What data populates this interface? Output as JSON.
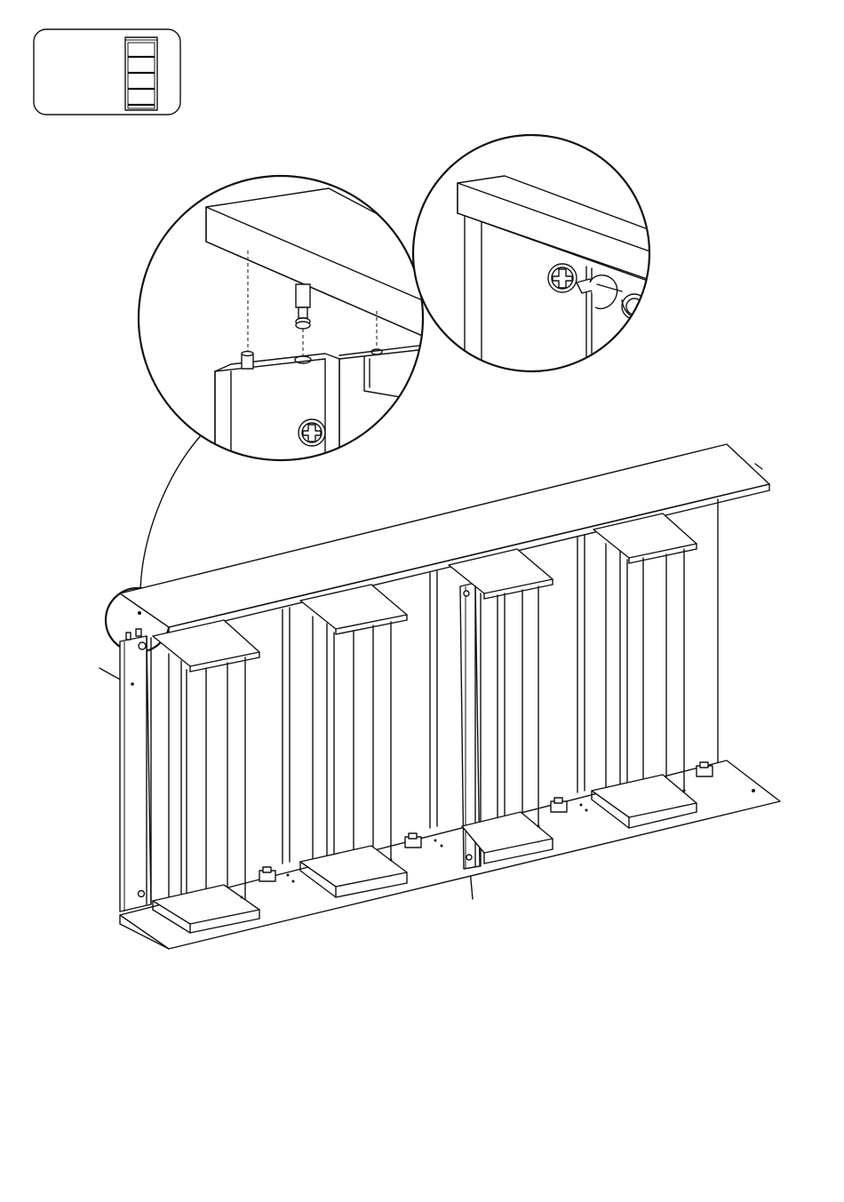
{
  "diagram": {
    "kind": "assembly-instruction",
    "line_color": "#111111",
    "background_color": "#ffffff",
    "parts": [
      {
        "id": "thumbnail",
        "icon": "bookcase-icon"
      },
      {
        "id": "detail-dowel",
        "icon": "dowel-icon"
      },
      {
        "id": "detail-cam-lock",
        "icon": "cam-lock-icon"
      },
      {
        "id": "main-assembly",
        "icon": "bookcase-frame-icon"
      }
    ]
  }
}
